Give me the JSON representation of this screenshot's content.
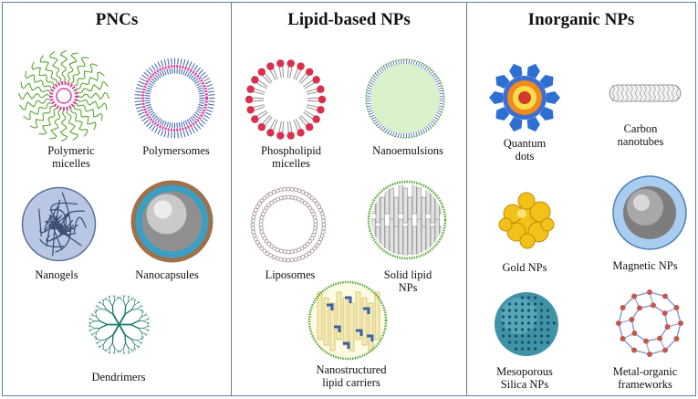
{
  "panels": [
    {
      "title": "PNCs",
      "items": [
        "Polymeric\nmicelles",
        "Polymersomes",
        "Nanogels",
        "Nanocapsules",
        "Dendrimers"
      ]
    },
    {
      "title": "Lipid-based NPs",
      "items": [
        "Phospholipid\nmicelles",
        "Nanoemulsions",
        "Liposomes",
        "Solid lipid\nNPs",
        "Nanostructured\nlipid carriers"
      ]
    },
    {
      "title": "Inorganic NPs",
      "items": [
        "Quantum\ndots",
        "Carbon\nnanotubes",
        "Gold NPs",
        "Magnetic NPs",
        "Mesoporous\nSilica NPs",
        "Metal-organic\nframeworks"
      ]
    }
  ],
  "colors": {
    "border": "#5b7fa6",
    "micelle_core": "#d6409a",
    "micelle_tail": "#5aa832",
    "phospholipid_head": "#d9304e",
    "emulsion_fill": "#d9f2cc",
    "membrane_blue": "#3b5fa8",
    "quantum_dot_star": "#2d6fd2",
    "gold": "#f2c21a",
    "magnetic_shell": "#a9cdef",
    "silica": "#3f93a8",
    "mof_node": "#c4584b",
    "dendrimer": "#1c7a6b"
  }
}
